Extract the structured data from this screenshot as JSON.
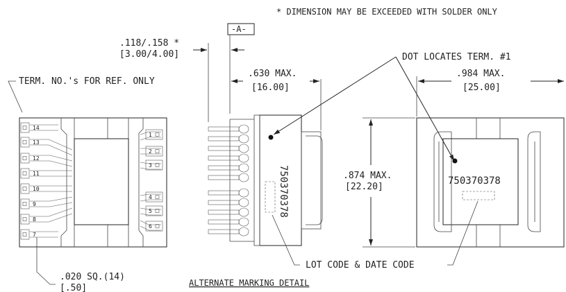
{
  "notes": {
    "solder_note": "* DIMENSION MAY BE EXCEEDED WITH SOLDER ONLY",
    "term_ref_note": "TERM. NO.'s FOR REF. ONLY",
    "dot_note": "DOT LOCATES TERM. #1",
    "lot_code_note": "LOT CODE & DATE CODE",
    "alt_marking_label": "ALTERNATE MARKING DETAIL"
  },
  "dimensions": {
    "standoff_in": ".118/.158 *",
    "standoff_mm": "[3.00/4.00]",
    "datum_label": "-A-",
    "height_in": ".630 MAX.",
    "height_mm": "[16.00]",
    "width_in": ".984 MAX.",
    "width_mm": "[25.00]",
    "depth_in": ".874 MAX.",
    "depth_mm": "[22.20]",
    "pad_in": ".020 SQ.(14)",
    "pad_mm": "[.50]"
  },
  "part_number": "750370378",
  "pins_left": [
    "14",
    "13",
    "12",
    "11",
    "10",
    "9",
    "8",
    "7"
  ],
  "pins_right": [
    "1",
    "2",
    "3",
    "4",
    "5",
    "6"
  ]
}
